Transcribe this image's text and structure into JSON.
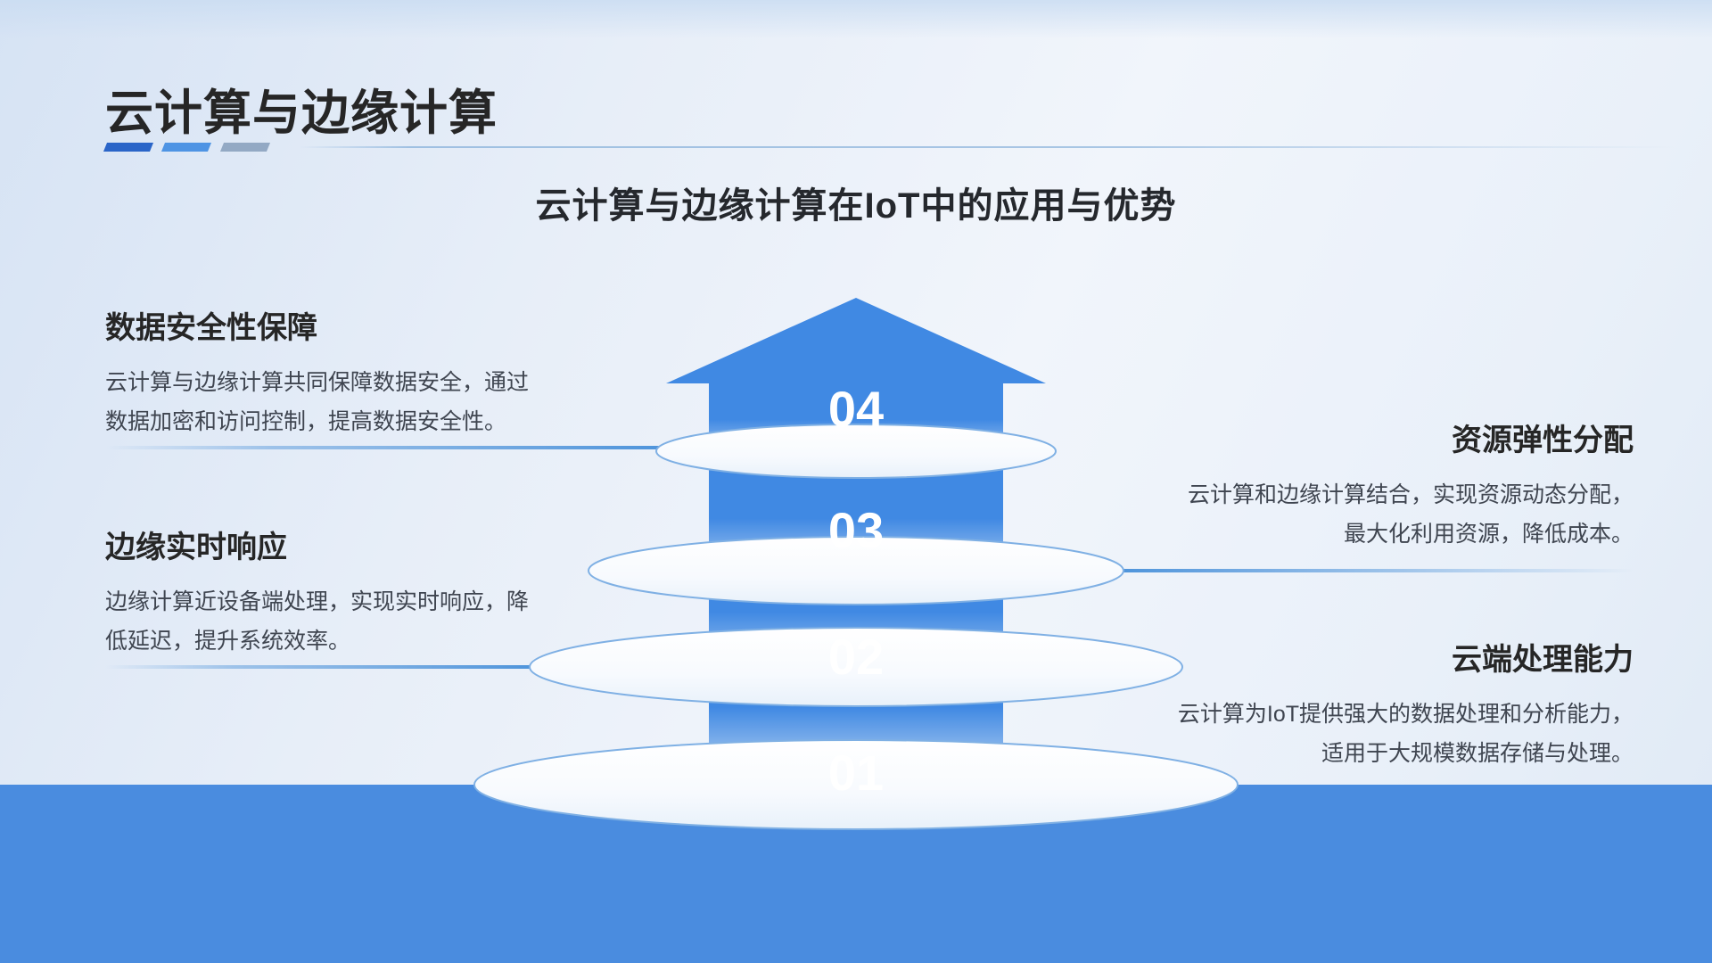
{
  "header": {
    "title": "云计算与边缘计算",
    "subtitle": "云计算与边缘计算在IoT中的应用与优势"
  },
  "left_blocks": [
    {
      "heading": "数据安全性保障",
      "lines": [
        "云计算与边缘计算共同保障数据安全，通过",
        "数据加密和访问控制，提高数据安全性。"
      ]
    },
    {
      "heading": "边缘实时响应",
      "lines": [
        "边缘计算近设备端处理，实现实时响应，降",
        "低延迟，提升系统效率。"
      ]
    }
  ],
  "right_blocks": [
    {
      "heading": "资源弹性分配",
      "lines": [
        "云计算和边缘计算结合，实现资源动态分配，",
        "最大化利用资源，降低成本。"
      ]
    },
    {
      "heading": "云端处理能力",
      "lines": [
        "云计算为IoT提供强大的数据处理和分析能力，",
        "适用于大规模数据存储与处理。"
      ]
    }
  ],
  "tower": {
    "levels": [
      "04",
      "03",
      "02",
      "01"
    ]
  },
  "colors": {
    "arrow_blue": "#4089E3",
    "footer_blue": "#4A8CDF",
    "connector_blue": "#4E94DB",
    "deco_dark_blue": "#2A65C8",
    "deco_blue": "#4E94E4",
    "deco_gray_blue": "#93A9C4",
    "title_text": "#262626",
    "body_text": "#3F4550"
  }
}
